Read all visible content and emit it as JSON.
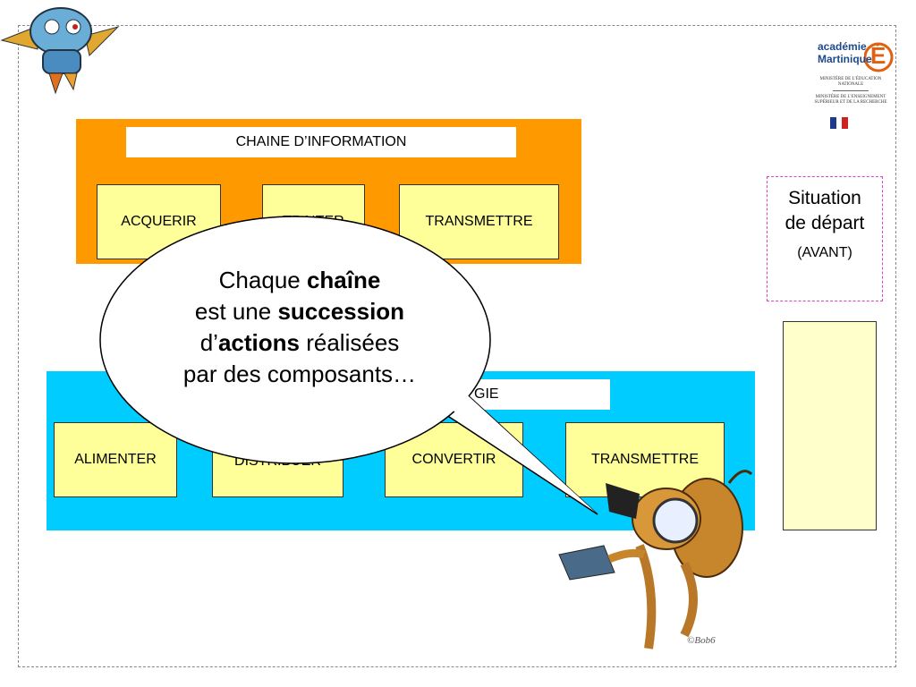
{
  "info_chain": {
    "title": "CHAINE D’INFORMATION",
    "actions": [
      "ACQUERIR",
      "TRAITER",
      "TRANSMETTRE"
    ]
  },
  "energy_chain": {
    "title_visible": "GIE",
    "actions": [
      "ALIMENTER",
      "DISTRIBUER",
      "CONVERTIR",
      "TRANSMETTRE"
    ]
  },
  "situation": {
    "line1": "Situation",
    "line2": "de départ",
    "line3": "(AVANT)"
  },
  "bubble": {
    "l1_pre": "Chaque ",
    "l1_bold": "chaîne",
    "l2_pre": "est une ",
    "l2_bold": "succession",
    "l3_pre": "d’",
    "l3_bold": "actions",
    "l3_post": " réalisées",
    "l4": "par des composants…"
  },
  "logo": {
    "line1": "académie",
    "line2": "Martinique",
    "letter": "É",
    "ministry1": "MINISTÈRE DE L’ÉDUCATION NATIONALE",
    "ministry2": "MINISTÈRE DE L’ENSEIGNEMENT SUPÉRIEUR ET DE LA RECHERCHE"
  },
  "signature": "©Bob6",
  "colors": {
    "info_panel": "#ff9900",
    "energy_panel": "#00ccff",
    "action_box": "#ffff99",
    "situation_border": "#e040c0",
    "side_box": "#ffffcc"
  }
}
